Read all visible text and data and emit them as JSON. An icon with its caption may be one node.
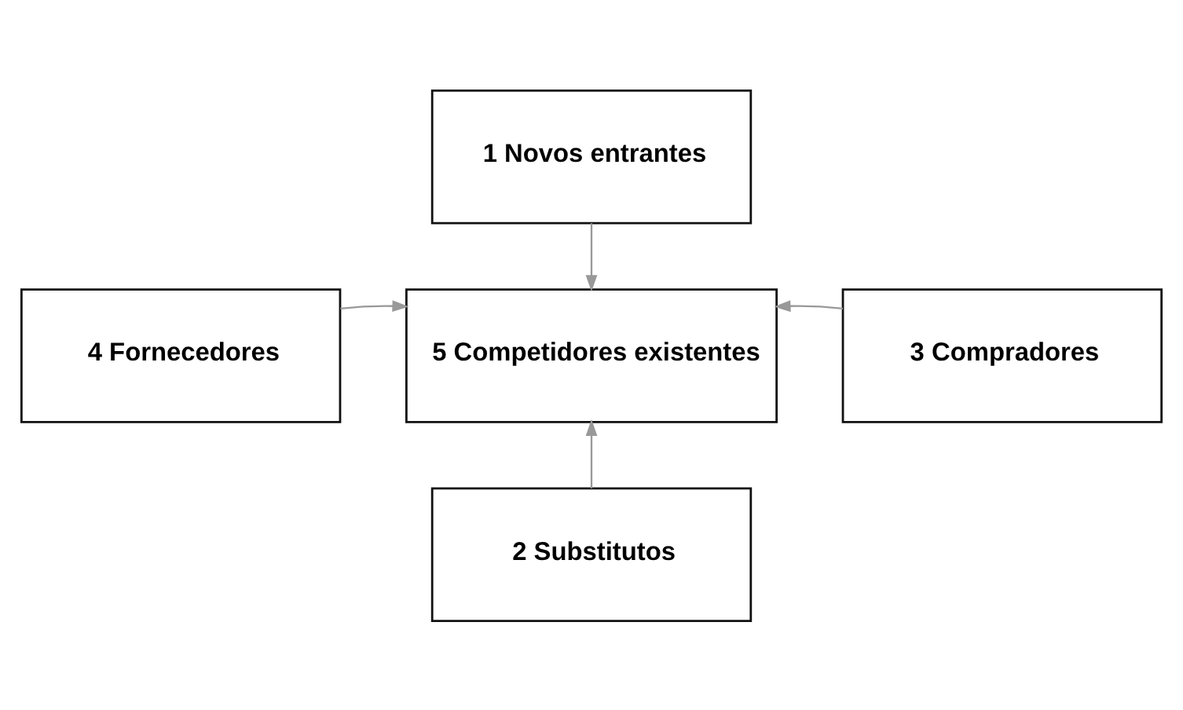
{
  "diagram": {
    "nodes": [
      {
        "text": [
          "1 Novos entrantes"
        ]
      },
      {
        "text": [
          "4 Fornecedores"
        ]
      },
      {
        "text": [
          "5 Competidores existentes"
        ]
      },
      {
        "text": [
          "3 Compradores"
        ]
      },
      {
        "text": [
          "2 Substitutos"
        ]
      }
    ],
    "edges": [
      {
        "from": 0,
        "to": 2,
        "arrow": "to"
      },
      {
        "from": 1,
        "to": 2,
        "arrow": "to"
      },
      {
        "from": 3,
        "to": 2,
        "arrow": "to"
      },
      {
        "from": 4,
        "to": 2,
        "arrow": "to"
      }
    ]
  }
}
